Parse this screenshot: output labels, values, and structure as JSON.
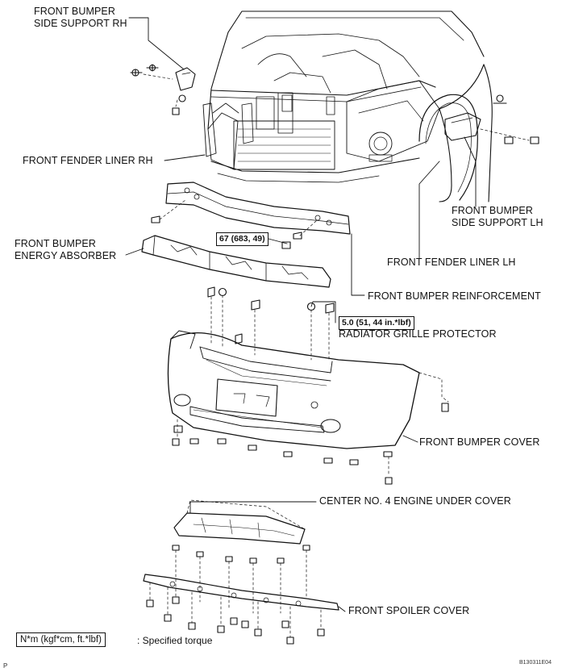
{
  "labels": {
    "side_support_rh": [
      "FRONT BUMPER",
      "SIDE SUPPORT RH"
    ],
    "fender_liner_rh": "FRONT FENDER LINER RH",
    "energy_absorber": [
      "FRONT BUMPER",
      "ENERGY ABSORBER"
    ],
    "side_support_lh": [
      "FRONT BUMPER",
      "SIDE SUPPORT LH"
    ],
    "fender_liner_lh": "FRONT FENDER LINER LH",
    "bumper_reinforcement": "FRONT BUMPER REINFORCEMENT",
    "grille_protector": "RADIATOR GRILLE PROTECTOR",
    "bumper_cover": "FRONT BUMPER COVER",
    "engine_under_cover": "CENTER NO. 4 ENGINE UNDER COVER",
    "spoiler_cover": "FRONT SPOILER COVER"
  },
  "torque_specs": {
    "reinforcement_bolt": "67 (683, 49)",
    "grille_protector_bolt": "5.0 (51, 44 in.*lbf)"
  },
  "legend": {
    "unit_box": "N*m (kgf*cm, ft.*lbf)",
    "text": ": Specified torque"
  },
  "figure_code": "B130311E04",
  "corner_mark": "P"
}
